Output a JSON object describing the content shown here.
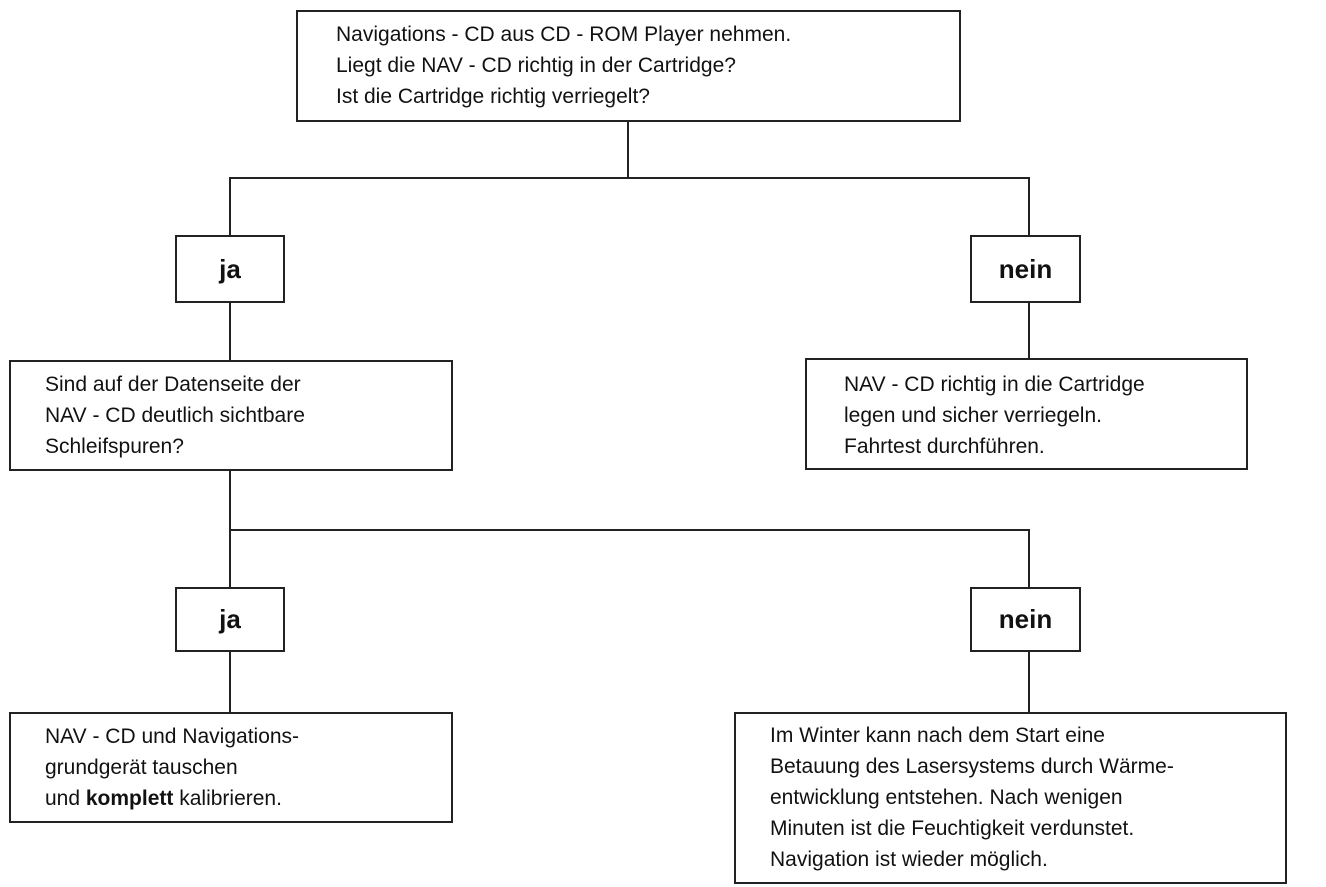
{
  "start": {
    "lines": [
      "Navigations - CD aus CD - ROM Player nehmen.",
      "Liegt die NAV - CD richtig in der Cartridge?",
      "Ist die Cartridge richtig verriegelt?"
    ]
  },
  "branch1": {
    "yes_label": "ja",
    "no_label": "nein"
  },
  "question2": {
    "lines": [
      "Sind auf der Datenseite der",
      "NAV - CD deutlich sichtbare",
      "Schleifspuren?"
    ]
  },
  "no_action1": {
    "lines": [
      "NAV - CD richtig in die Cartridge",
      "legen und sicher verriegeln.",
      "Fahrtest durchführen."
    ]
  },
  "branch2": {
    "yes_label": "ja",
    "no_label": "nein"
  },
  "yes_action2": {
    "line1": "NAV - CD und Navigations-",
    "line2": "grundgerät tauschen",
    "line3_prefix": "und ",
    "line3_bold": "komplett",
    "line3_suffix": " kalibrieren."
  },
  "no_action2": {
    "lines": [
      "Im Winter kann nach dem Start eine",
      "Betauung des Lasersystems durch Wärme-",
      "entwicklung entstehen. Nach wenigen",
      "Minuten ist die Feuchtigkeit verdunstet.",
      "Navigation ist wieder möglich."
    ]
  }
}
